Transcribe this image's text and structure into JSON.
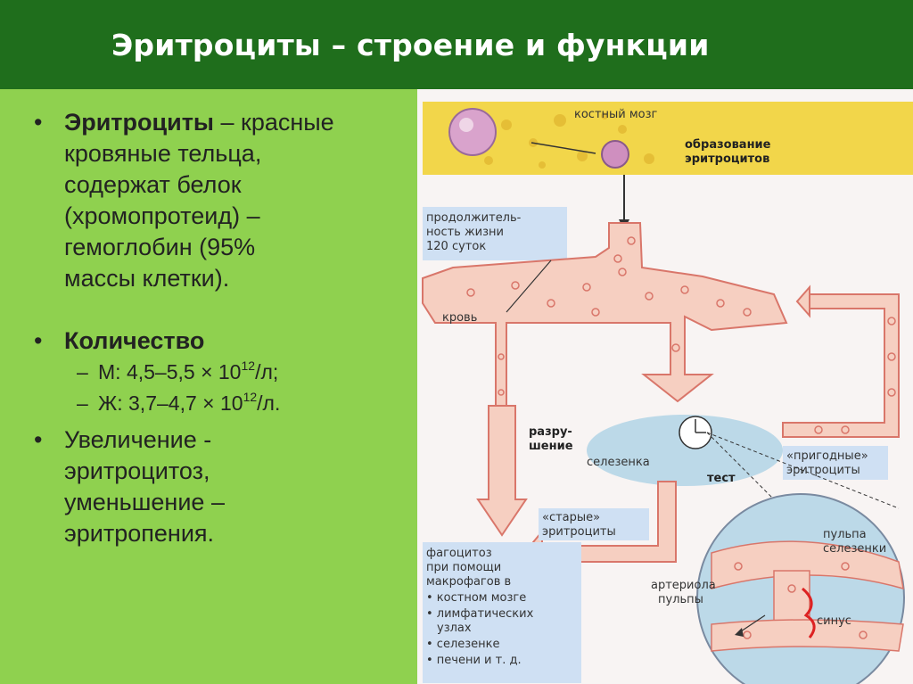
{
  "header": {
    "title": "Эритроциты – строение и функции"
  },
  "bullets": {
    "b1_bold": "Эритроциты",
    "b1_line1": " – красные",
    "b1_line2": "кровяные тельца,",
    "b1_line3": "содержат белок",
    "b1_line4": "(хромопротеид) –",
    "b1_line5": "гемоглобин (95%",
    "b1_line6": "массы клетки).",
    "b2_bold": "Количество",
    "sub1_prefix": "М: 4,5–5,5 × 10",
    "sub1_sup": "12",
    "sub1_suffix": "/л;",
    "sub2_prefix": "Ж: 3,7–4,7 × 10",
    "sub2_sup": "12",
    "sub2_suffix": "/л.",
    "b3_line1": "Увеличение -",
    "b3_line2": "эритроцитоз,",
    "b3_line3": "уменьшение –",
    "b3_line4": "эритропения."
  },
  "diagram": {
    "bone_marrow": "костный мозг",
    "formation_1": "образование",
    "formation_2": "эритроцитов",
    "lifespan_1": "продолжитель-",
    "lifespan_2": "ность жизни",
    "lifespan_3": "120 суток",
    "blood": "кровь",
    "destruction_1": "разру-",
    "destruction_2": "шение",
    "spleen": "селезенка",
    "test": "тест",
    "suitable_1": "«пригодные»",
    "suitable_2": "эритроциты",
    "old_1": "«старые»",
    "old_2": "эритроциты",
    "phago_1": "фагоцитоз",
    "phago_2": "при помощи",
    "phago_3": "макрофагов в",
    "phago_4": "• костном мозге",
    "phago_5": "• лимфатических",
    "phago_6": "узлах",
    "phago_7": "• селезенке",
    "phago_8": "• печени и т. д.",
    "pulp_1": "пульпа",
    "pulp_2": "селезенки",
    "arteriole_1": "артериола",
    "arteriole_2": "пульпы",
    "sinus": "синус"
  },
  "colors": {
    "header_bg": "#1f6e1c",
    "left_bg": "#8fd14f",
    "vessel": "#f6cfc1",
    "vessel_border": "#d9766a",
    "marrow": "#f2d64a",
    "label_box": "#cfe0f3"
  }
}
